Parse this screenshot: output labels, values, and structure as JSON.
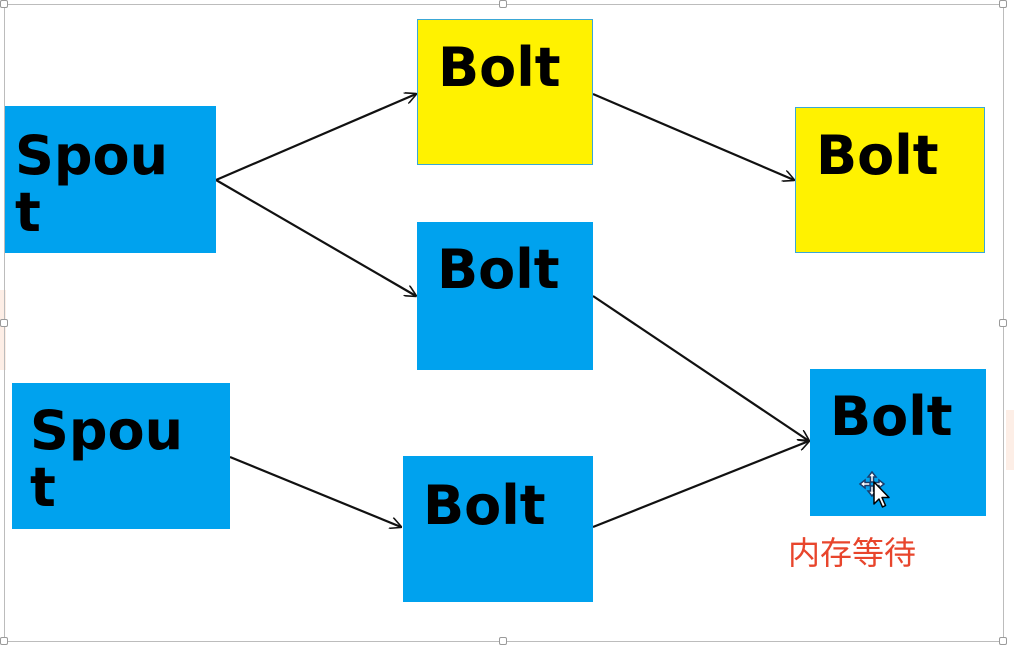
{
  "diagram": {
    "nodes": {
      "spout1": {
        "label": "Spout",
        "kind": "spout",
        "color": "#00a2ee"
      },
      "spout2": {
        "label": "Spout",
        "kind": "spout",
        "color": "#00a2ee"
      },
      "bolt_top": {
        "label": "Bolt",
        "kind": "bolt",
        "color": "#fff200"
      },
      "bolt_mid": {
        "label": "Bolt",
        "kind": "bolt",
        "color": "#00a2ee"
      },
      "bolt_bottom": {
        "label": "Bolt",
        "kind": "bolt",
        "color": "#00a2ee"
      },
      "bolt_right_top": {
        "label": "Bolt",
        "kind": "bolt",
        "color": "#fff200"
      },
      "bolt_right_bottom": {
        "label": "Bolt",
        "kind": "bolt",
        "color": "#00a2ee"
      }
    },
    "edges": [
      {
        "from": "spout1",
        "to": "bolt_top"
      },
      {
        "from": "spout1",
        "to": "bolt_mid"
      },
      {
        "from": "spout2",
        "to": "bolt_bottom"
      },
      {
        "from": "bolt_top",
        "to": "bolt_right_top"
      },
      {
        "from": "bolt_mid",
        "to": "bolt_right_bottom"
      },
      {
        "from": "bolt_bottom",
        "to": "bolt_right_bottom"
      }
    ],
    "annotation": "内存等待"
  },
  "colors": {
    "blue": "#00a2ee",
    "yellow": "#fff200",
    "annotation": "#e8452c"
  },
  "icons": {
    "cursor": "move-cursor-icon"
  }
}
